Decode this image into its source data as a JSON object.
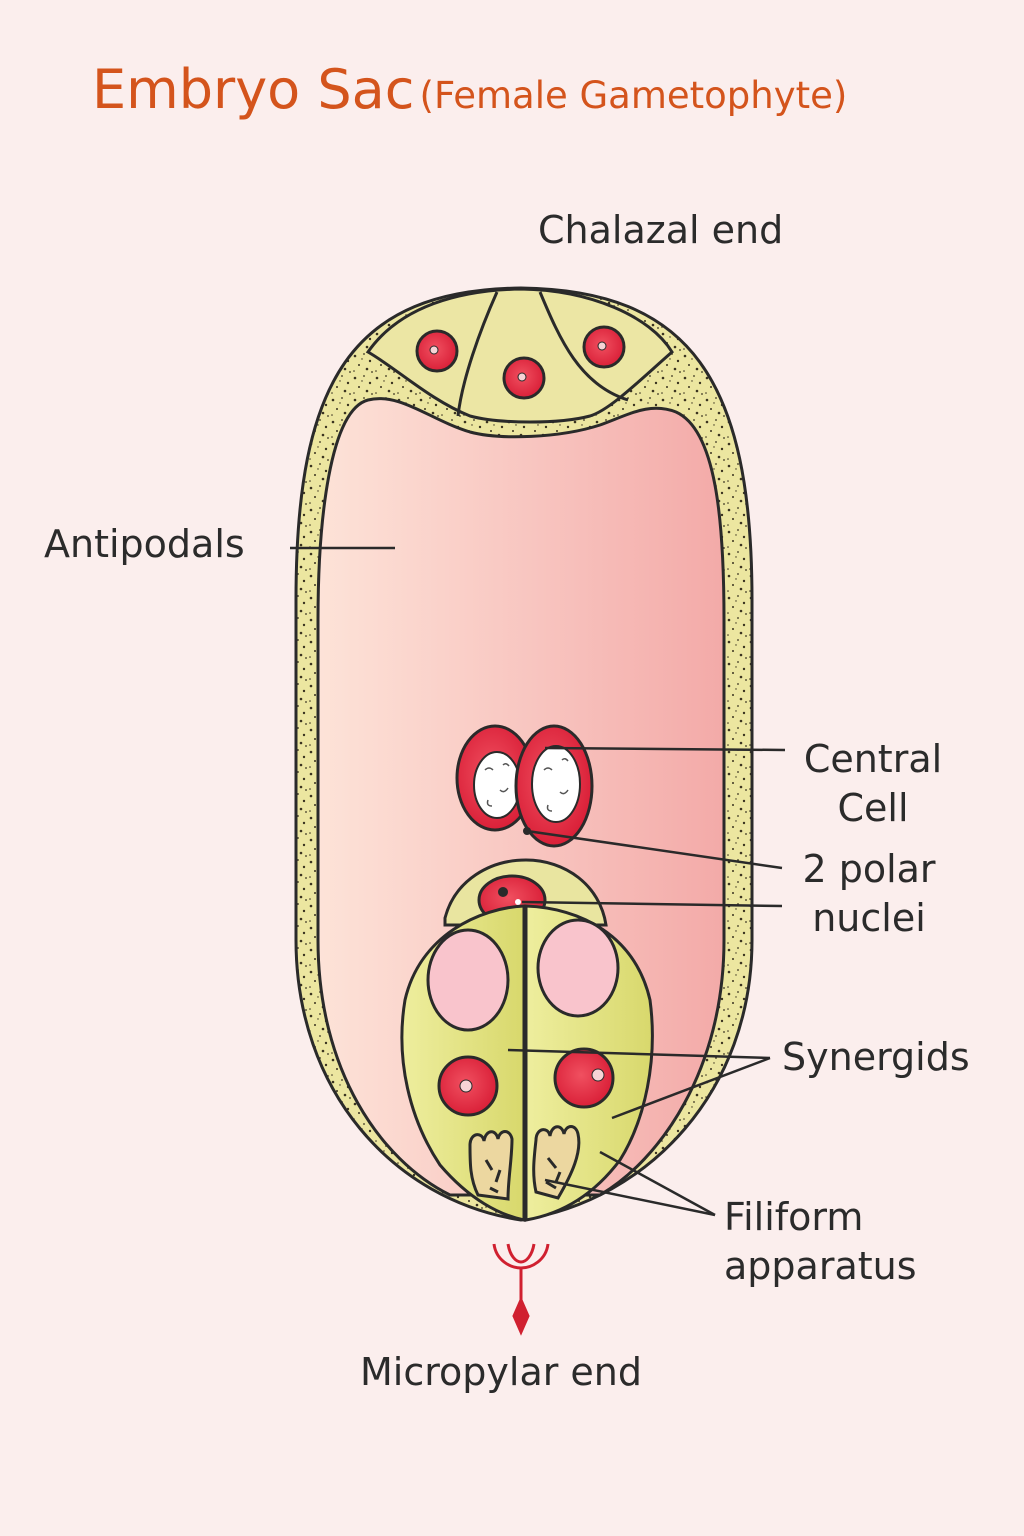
{
  "title": {
    "main": "Embryo Sac",
    "sub": "(Female Gametophyte)"
  },
  "labels": {
    "chalazal_end": "Chalazal end",
    "antipodals": "Antipodals",
    "central_cell_line1": "Central",
    "central_cell_line2": "Cell",
    "polar_nuclei_line1": "2 polar",
    "polar_nuclei_line2": "nuclei",
    "synergids": "Synergids",
    "filiform_line1": "Filiform",
    "filiform_line2": "apparatus",
    "micropylar_end": "Micropylar end"
  },
  "colors": {
    "title": "#d4541c",
    "wall": "#ece6a0",
    "cytoplasm_light": "#fde3d8",
    "cytoplasm_dark": "#f3aaa8",
    "nucleus": "#e0233a",
    "synergid": "#dfe08e",
    "vacuole": "#f9c4cc",
    "outline": "#2a2a2a",
    "text": "#2b2b2b"
  }
}
